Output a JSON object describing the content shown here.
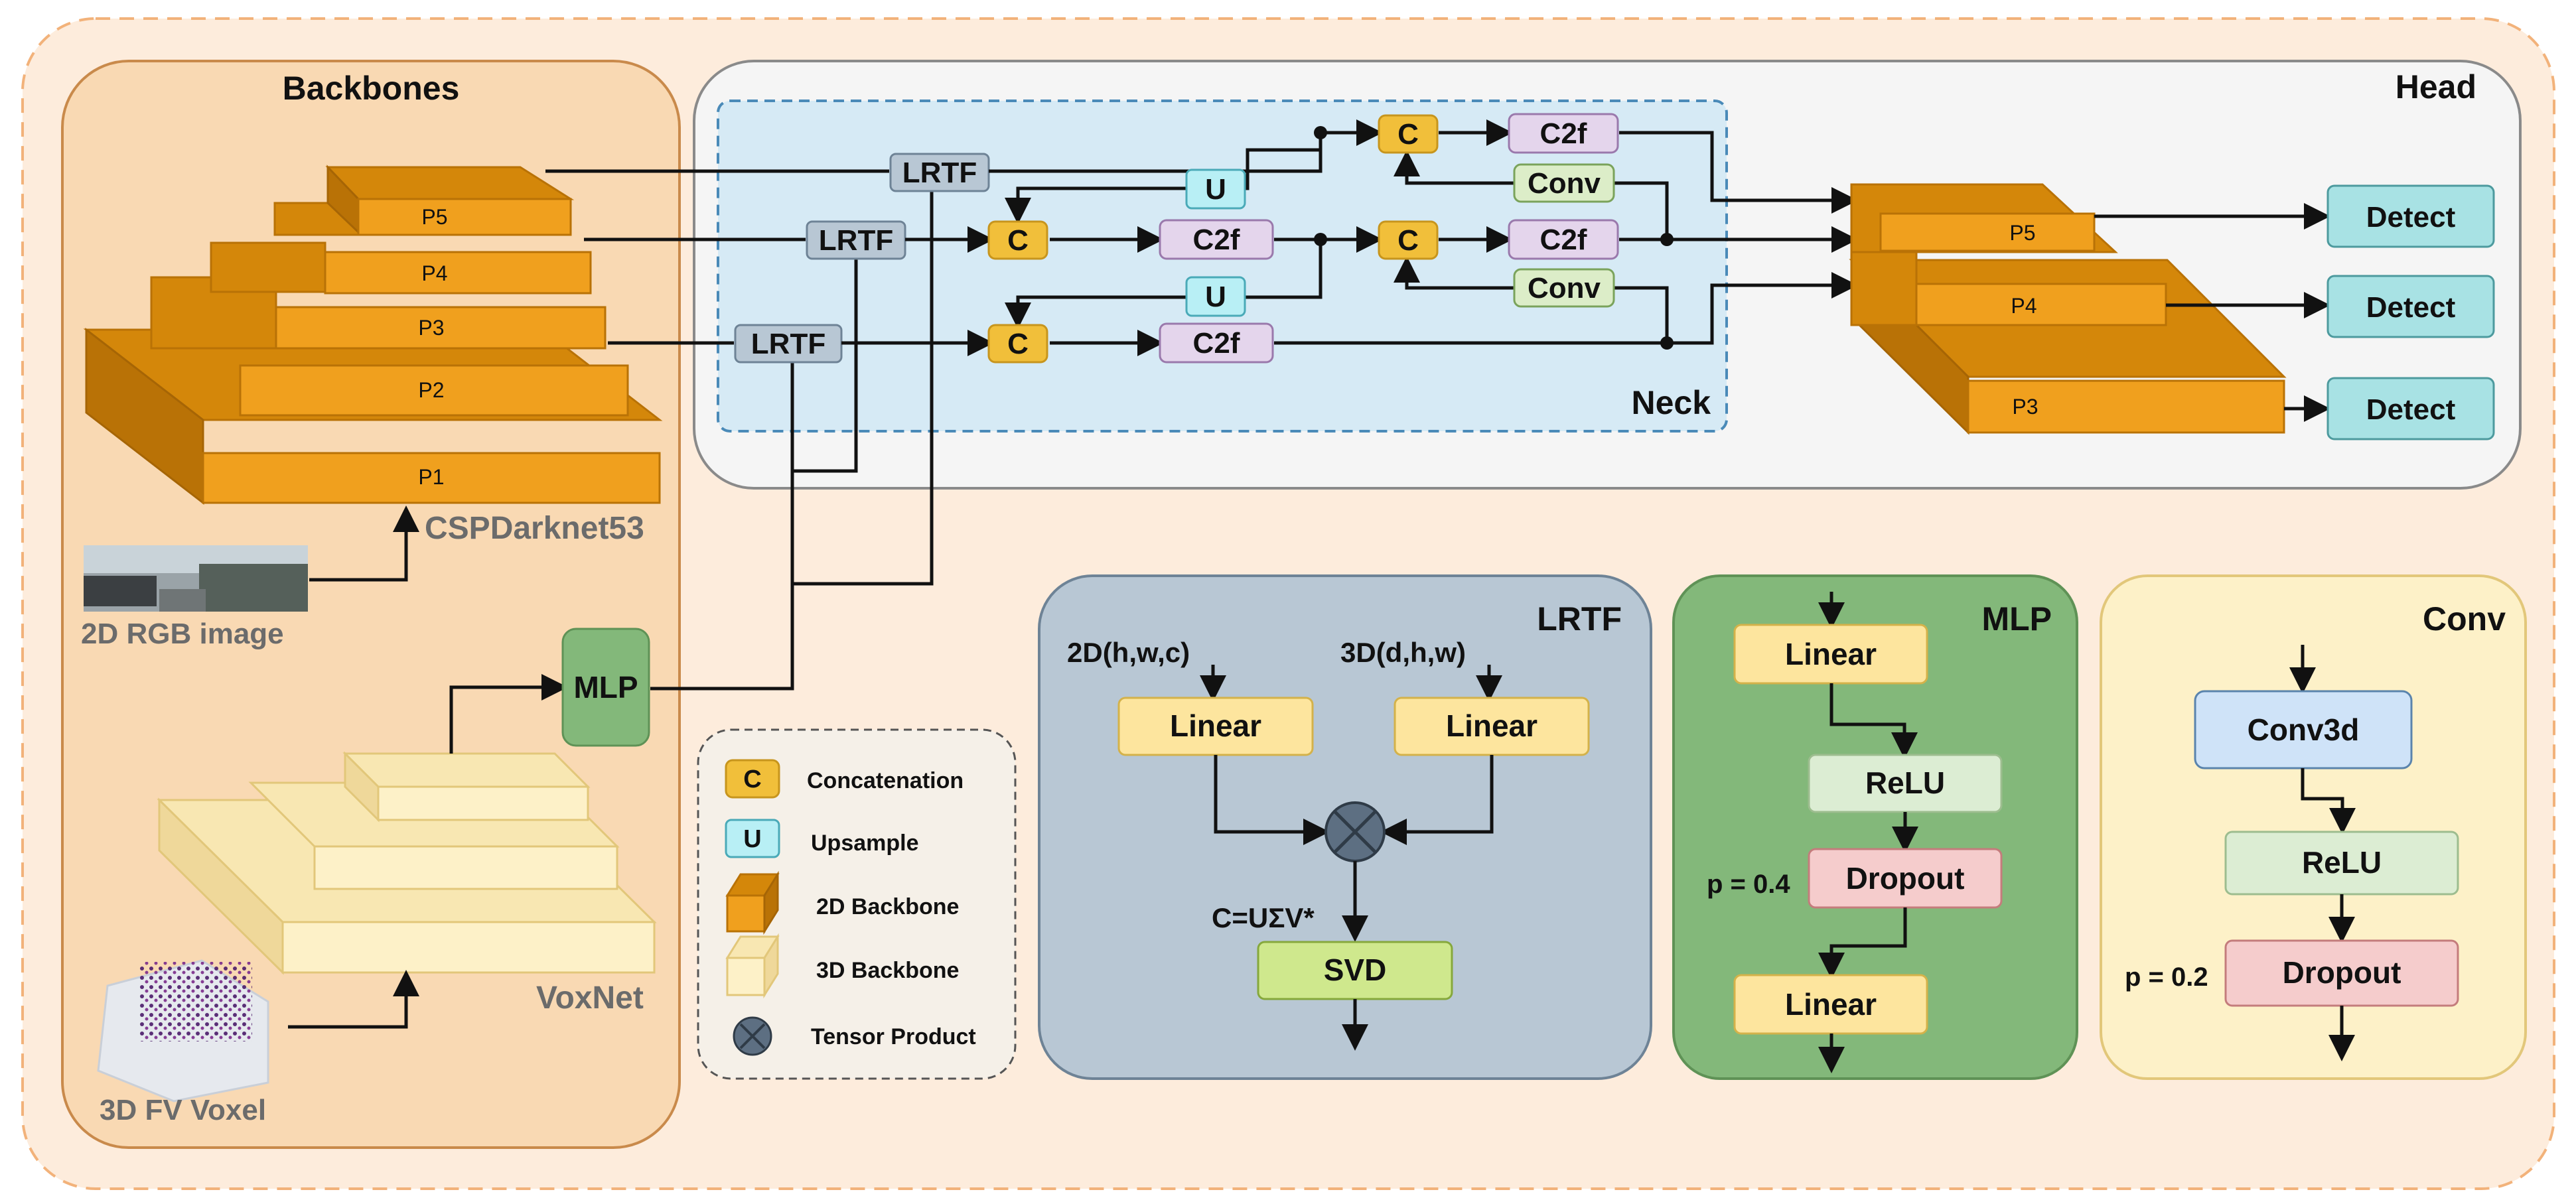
{
  "backbones": {
    "title": "Backbones",
    "cspdarknet": "CSPDarknet53",
    "voxnet": "VoxNet",
    "rgb_caption": "2D RGB image",
    "voxel_caption": "3D FV Voxel",
    "pyramid_levels": [
      "P5",
      "P4",
      "P3",
      "P2",
      "P1"
    ],
    "mlp_label": "MLP"
  },
  "head": {
    "title": "Head",
    "neck_title": "Neck",
    "lrtf_label": "LRTF",
    "concat_label": "C",
    "upsample_label": "U",
    "c2f_label": "C2f",
    "conv_label": "Conv",
    "output_levels": [
      "P5",
      "P4",
      "P3"
    ],
    "detect_label": "Detect"
  },
  "legend": {
    "items": [
      {
        "symbol": "C",
        "label": "Concatenation"
      },
      {
        "symbol": "U",
        "label": "Upsample"
      },
      {
        "symbol": "",
        "label": "2D Backbone"
      },
      {
        "symbol": "",
        "label": "3D Backbone"
      },
      {
        "symbol": "",
        "label": "Tensor Product"
      }
    ]
  },
  "lrtf_panel": {
    "title": "LRTF",
    "input_2d": "2D(h,w,c)",
    "input_3d": "3D(d,h,w)",
    "linear": "Linear",
    "formula": "C=UΣV*",
    "svd": "SVD"
  },
  "mlp_panel": {
    "title": "MLP",
    "linear": "Linear",
    "relu": "ReLU",
    "dropout": "Dropout",
    "p": "p = 0.4"
  },
  "conv_panel": {
    "title": "Conv",
    "conv3d": "Conv3d",
    "relu": "ReLU",
    "dropout": "Dropout",
    "p": "p = 0.2"
  },
  "colors": {
    "backbone_orange": "#f0a01e",
    "backbone_dark": "#d4870a",
    "voxel_cream": "#fdf1c8",
    "outer_bg": "#fdecdc",
    "backbone_panel": "#f9d9b3",
    "head_panel": "#f5f5f5",
    "neck_panel": "#d6eaf5",
    "lrtf_box": "#b8c7d4",
    "concat": "#f1bf3a",
    "upsample": "#b8eff5",
    "c2f": "#e4d5ec",
    "conv": "#dcedc8",
    "detect": "#a8e2e4",
    "mlp_green": "#83b87a",
    "linear_yellow": "#fde59e",
    "relu_green": "#dcedd3",
    "dropout_red": "#f5cccc",
    "svd_green": "#cfe88d",
    "conv3d_blue": "#cfe3f8"
  }
}
